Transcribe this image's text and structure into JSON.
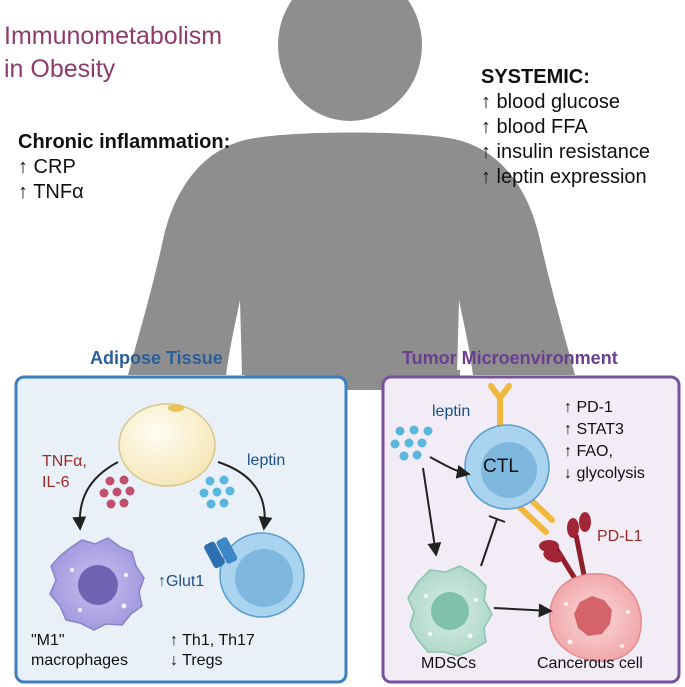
{
  "title": {
    "line1": "Immunometabolism",
    "line2": "in Obesity"
  },
  "systemic": {
    "heading": "SYSTEMIC:",
    "items": [
      "↑ blood glucose",
      "↑ blood FFA",
      "↑ insulin resistance",
      "↑ leptin expression"
    ]
  },
  "chronic": {
    "heading": "Chronic inflammation:",
    "items": [
      "↑ CRP",
      "↑ TNFα"
    ]
  },
  "adipose": {
    "title": "Adipose Tissue",
    "cytokines_1": "TNFα,",
    "cytokines_2": "IL-6",
    "leptin": "leptin",
    "glut": "↑Glut1",
    "macro_1": "\"M1\"",
    "macro_2": "macrophages",
    "tcell_1": "↑ Th1,  Th17",
    "tcell_2": "↓ Tregs"
  },
  "tumor": {
    "title": "Tumor Microenvironment",
    "leptin": "leptin",
    "ctl": "CTL",
    "ctl_effects": [
      "↑ PD-1",
      "↑ STAT3",
      "↑ FAO,",
      "↓ glycolysis"
    ],
    "pdl1": "PD-L1",
    "mdsc": "MDSCs",
    "cancer": "Cancerous cell"
  },
  "colors": {
    "title": "#8e3b6e",
    "adipose_border": "#3b7fbf",
    "adipose_bg": "#e9f0f8",
    "tumor_border": "#7a4f9c",
    "tumor_bg": "#f1ecf5",
    "silhouette": "#8e8e8e"
  }
}
